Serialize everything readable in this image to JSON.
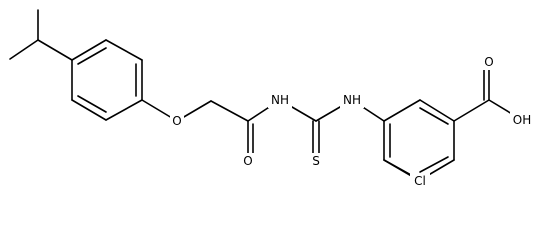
{
  "molecule": {
    "atom_labels": {
      "ether_oxygen": "O",
      "amide_nh": "NH",
      "amide_oxygen": "O",
      "thiourea_nh": "NH",
      "thione_sulfur": "S",
      "acid_oxygen": "O",
      "acid_hydroxyl": "OH",
      "chlorine": "Cl"
    }
  },
  "colors": {
    "bond": "#000000",
    "label": "#000000",
    "background": "#ffffff"
  }
}
